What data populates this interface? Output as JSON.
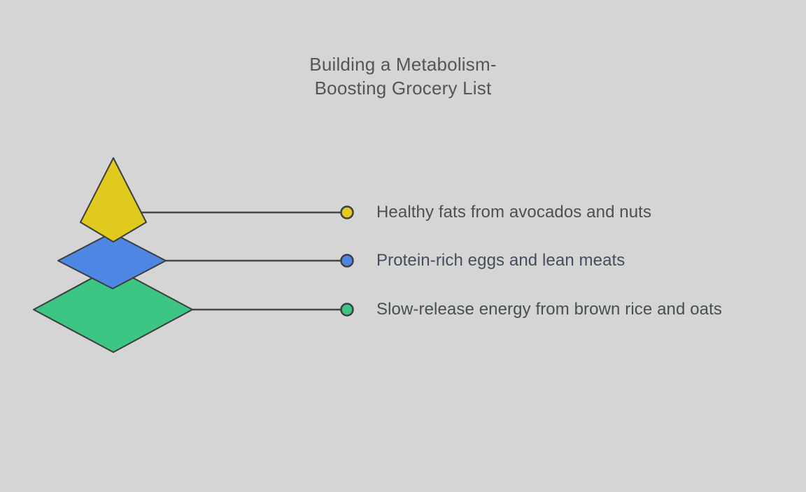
{
  "canvas": {
    "background": "#d5d5d5"
  },
  "title": {
    "lines": [
      "Building a Metabolism-",
      "Boosting Grocery List"
    ],
    "color": "#515755"
  },
  "pyramid": {
    "stroke_color": "#3d3d3d",
    "connector_color": "#474747",
    "levels": [
      {
        "name": "top",
        "color": "#e0ca1d",
        "label": "Healthy fats from avocados and nuts",
        "label_color": "#4f5146"
      },
      {
        "name": "middle",
        "color": "#4d86e3",
        "label": "Protein-rich eggs and lean meats",
        "label_color": "#434d5b"
      },
      {
        "name": "bottom",
        "color": "#3cc583",
        "label": "Slow-release energy from brown rice and oats",
        "label_color": "#45514a"
      }
    ]
  }
}
